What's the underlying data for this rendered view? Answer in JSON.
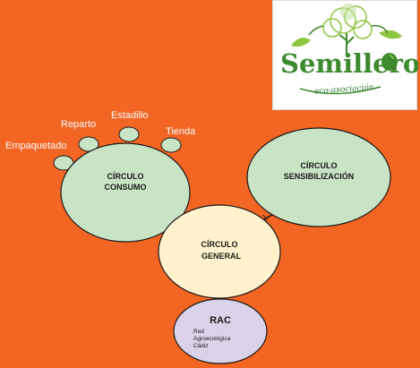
{
  "logo": {
    "name": "Semillero",
    "tagline": "eco-asociación",
    "colors": {
      "green": "#3d8a2f",
      "light_green": "#8cc63f",
      "text_green": "#2e7d32"
    }
  },
  "satellites": {
    "empaquetado": "Empaquetado",
    "reparto": "Reparto",
    "estadillo": "Estadillo",
    "tienda": "Tienda"
  },
  "circles": {
    "consumo": {
      "line1": "CÍRCULO",
      "line2": "CONSUMO",
      "color": "#c9e4c5"
    },
    "sensibilizacion": {
      "line1": "CÍRCULO",
      "line2": "SENSIBILIZACIÓN",
      "color": "#c9e4c5"
    },
    "general": {
      "line1": "CÍRCULO",
      "line2": "GENERAL",
      "color": "#fff2cc"
    },
    "rac": {
      "title": "RAC",
      "line1": "Red",
      "line2": "Agroecológica",
      "line3": "Cádiz",
      "color": "#d9d2e9"
    }
  },
  "background_color": "#f26522",
  "outline_color": "#1a1a1a"
}
